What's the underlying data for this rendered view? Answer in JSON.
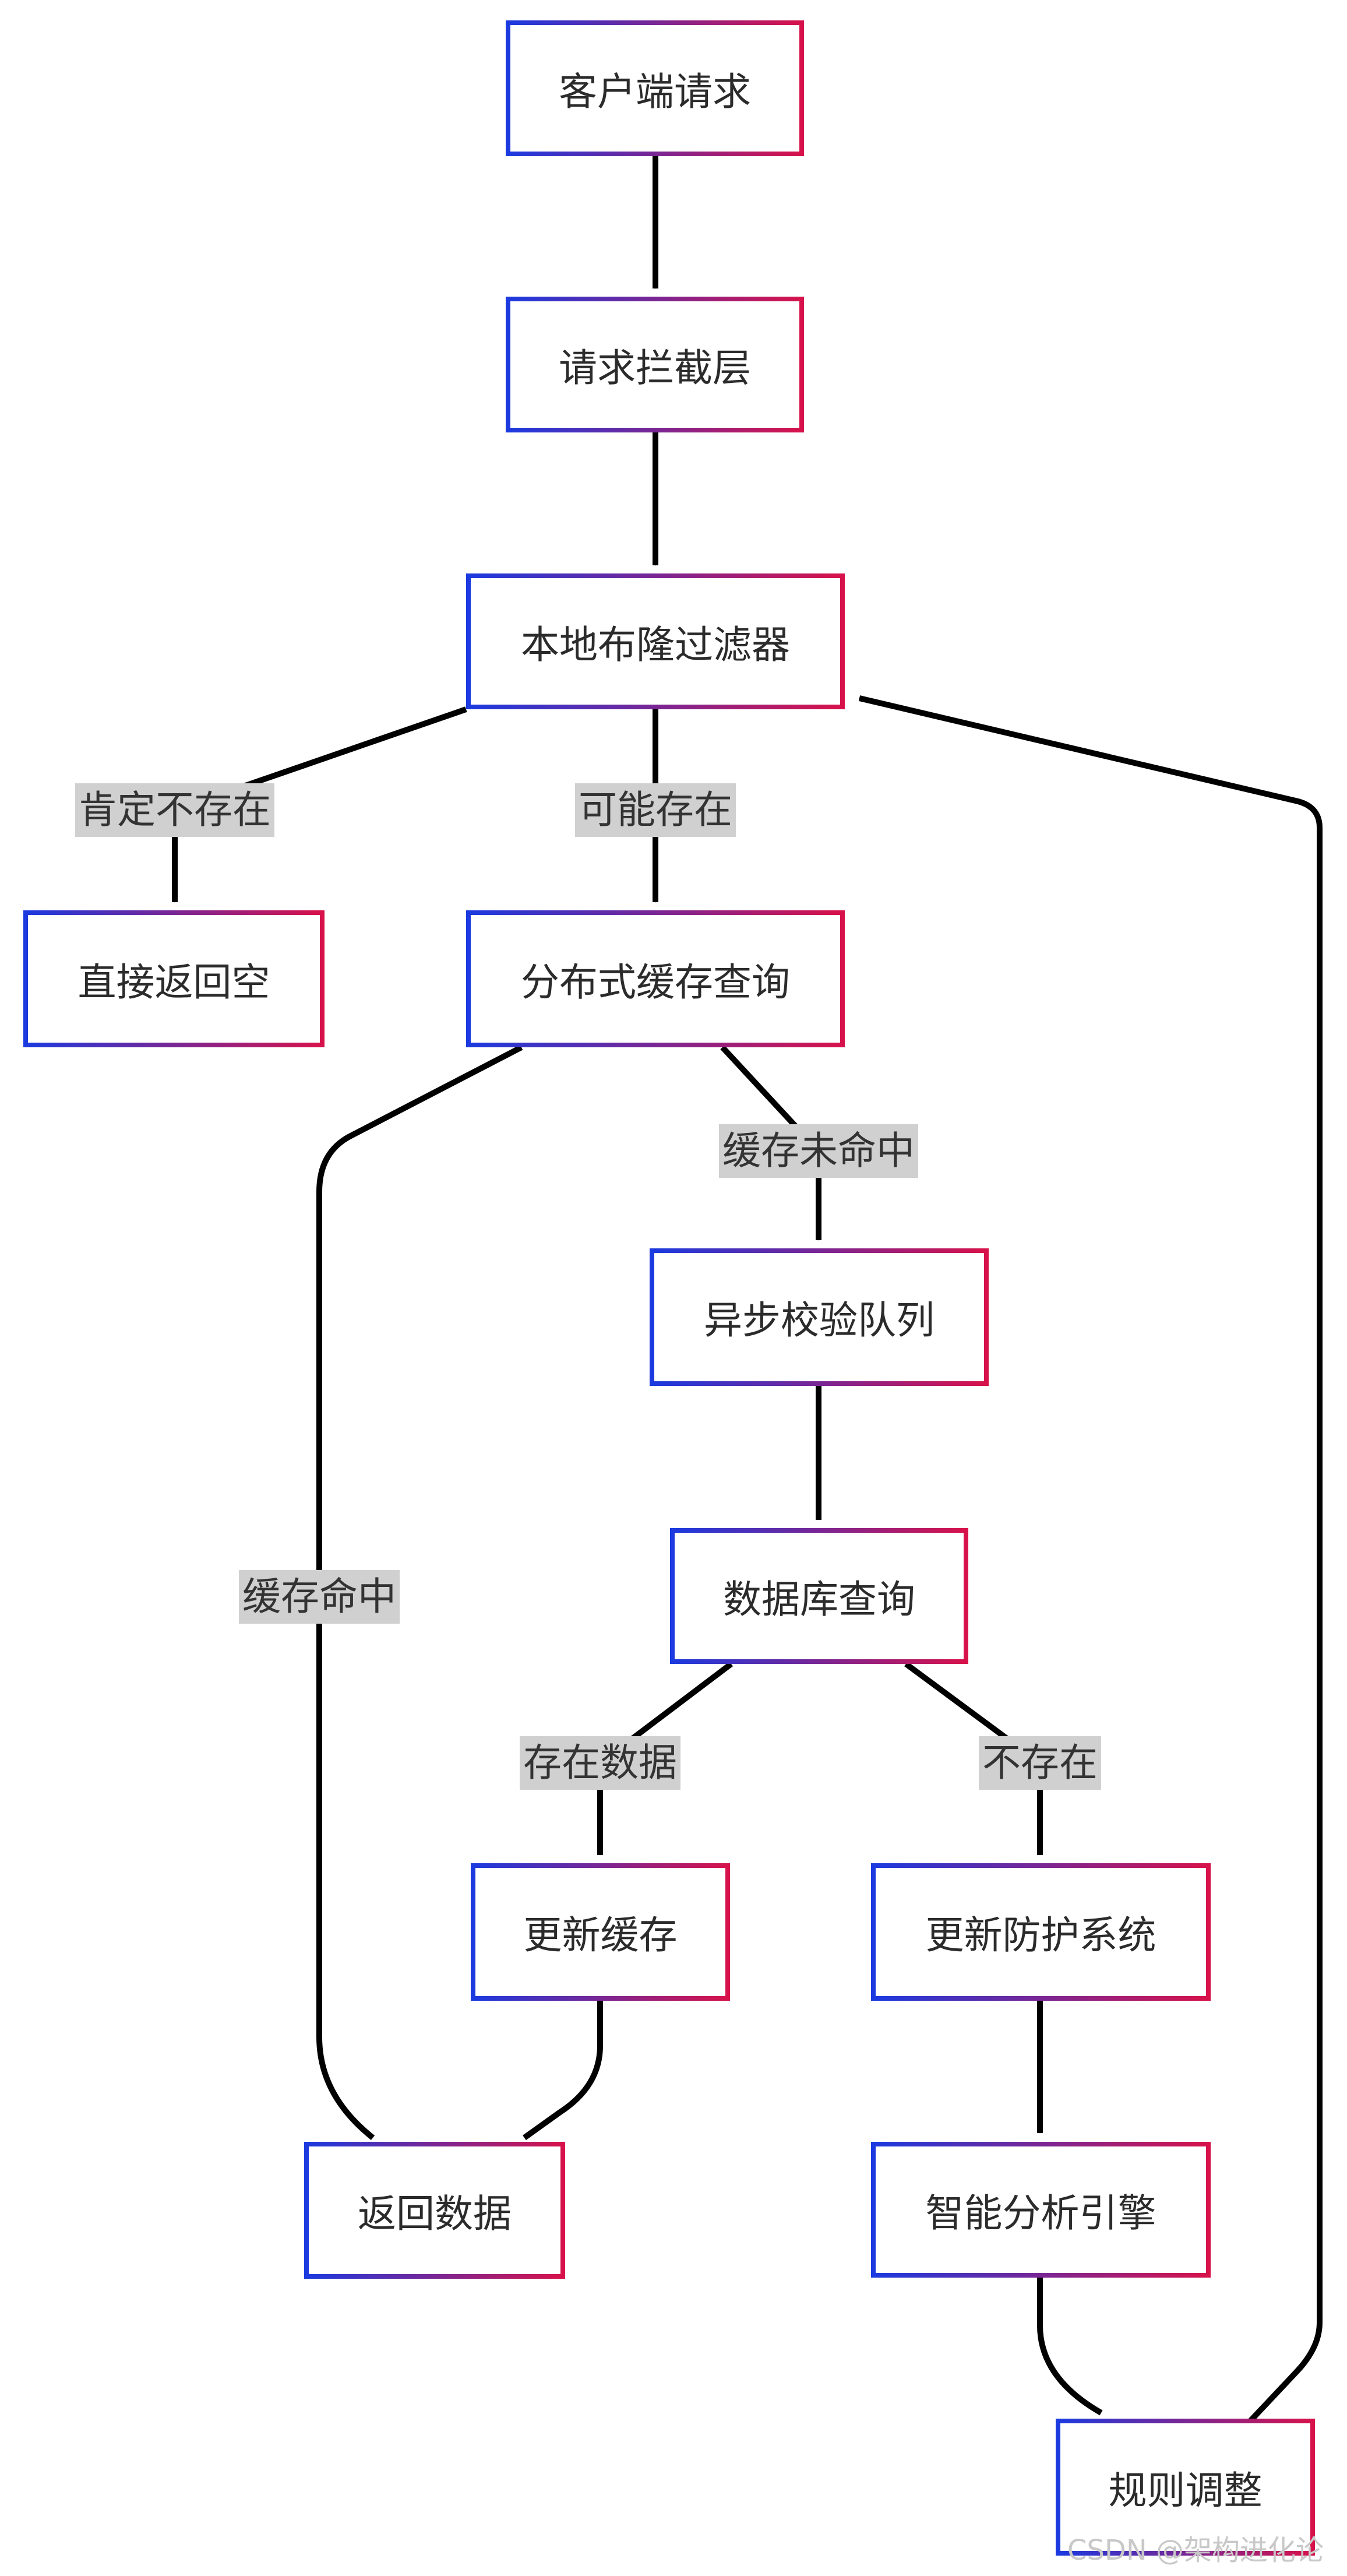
{
  "nodes": {
    "client_request": "客户端请求",
    "intercept_layer": "请求拦截层",
    "bloom_filter": "本地布隆过滤器",
    "return_empty": "直接返回空",
    "cache_query": "分布式缓存查询",
    "async_queue": "异步校验队列",
    "db_query": "数据库查询",
    "update_cache": "更新缓存",
    "update_protect": "更新防护系统",
    "return_data": "返回数据",
    "analysis_engine": "智能分析引擎",
    "rule_adjust": "规则调整"
  },
  "edge_labels": {
    "definitely_not_exist": "肯定不存在",
    "maybe_exist": "可能存在",
    "cache_miss": "缓存未命中",
    "cache_hit": "缓存命中",
    "data_exists": "存在数据",
    "not_exist": "不存在"
  },
  "watermark": "CSDN @架构进化论",
  "colors": {
    "border_start": "#1a3ae0",
    "border_end": "#d8124a",
    "edge": "#000000",
    "label_bg": "#d0d0d0"
  }
}
